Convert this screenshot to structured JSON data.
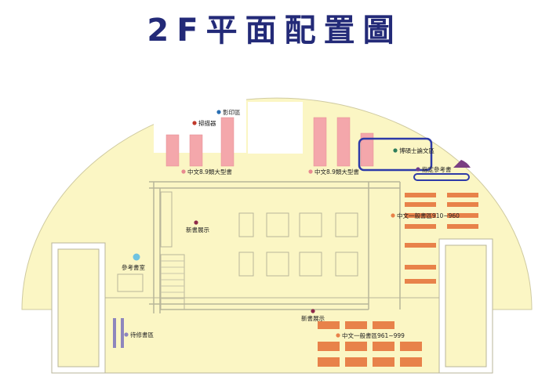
{
  "title": "2F平面配置圖",
  "colors": {
    "floor": "#fbf6c4",
    "wall": "#b8b59a",
    "pink_shelf": "#f4a7ab",
    "orange_shelf": "#e8824a",
    "purple_shelf": "#8e86bd",
    "highlight": "#2d3aa8",
    "title": "#232a78"
  },
  "labels": {
    "copy_area": "影印區",
    "scanner": "掃描器",
    "chinese_89_oversize_left": "中文8.9類大型書",
    "chinese_89_oversize_right": "中文8.9類大型書",
    "thesis": "博碩士論文區",
    "special_reference": "指定參考書",
    "general_910_960": "中文一般書區910~960",
    "new_books_top": "新書展示",
    "reference_room": "參考書室",
    "new_books_bottom": "新書展示",
    "general_961_999": "中文一般書區961~999",
    "repair_area": "待修書區"
  },
  "dot_colors": {
    "copy_area": "#2a6fb3",
    "scanner": "#c0392b",
    "chinese_89_oversize_left": "#e88a90",
    "chinese_89_oversize_right": "#e88a90",
    "thesis": "#2e7d5b",
    "special_reference": "#6a3d8f",
    "general_910_960": "#e8824a",
    "new_books_top": "#8e2a4a",
    "reference_room": "#6fc3e0",
    "new_books_bottom": "#8e2a4a",
    "general_961_999": "#e8824a",
    "repair_area": "#8e86bd"
  }
}
